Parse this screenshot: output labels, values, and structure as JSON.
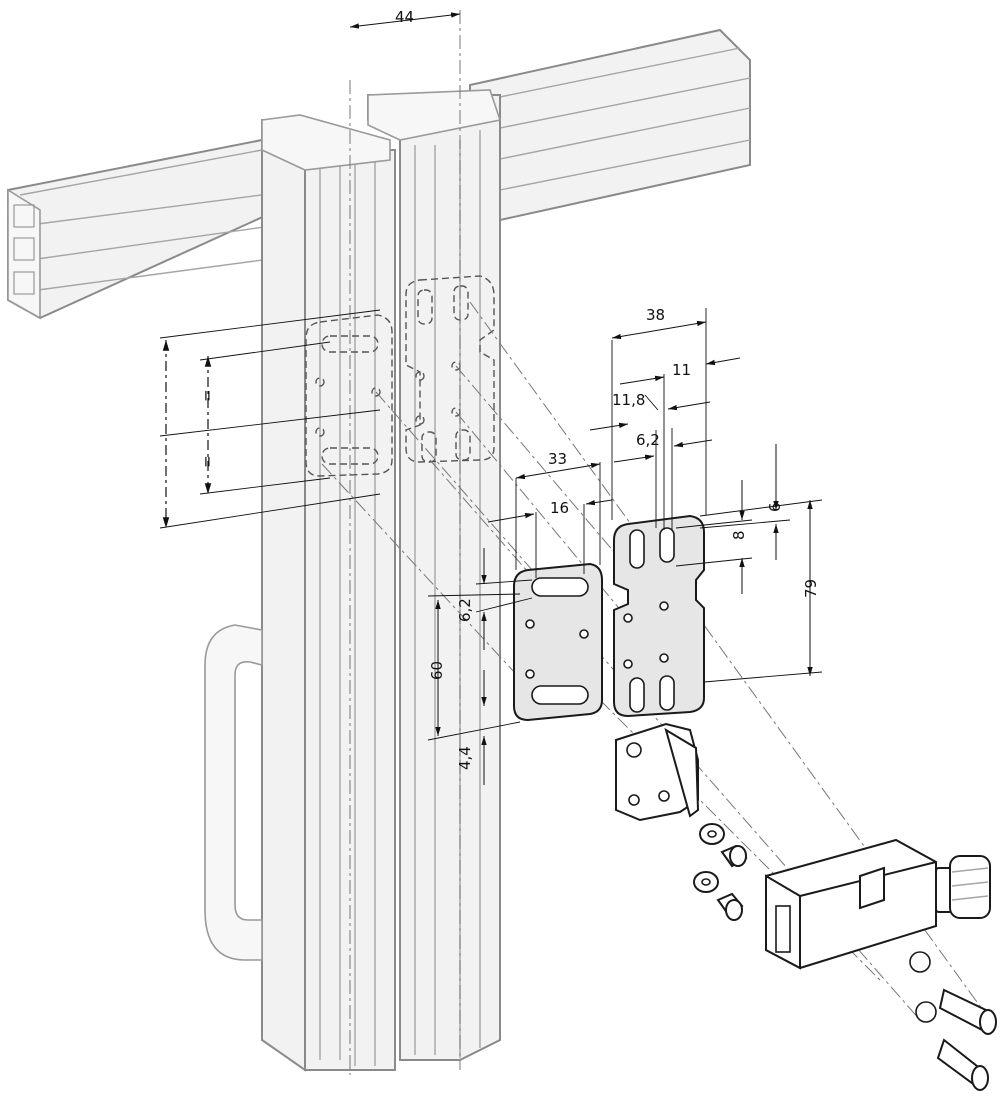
{
  "dimensions": {
    "top_width": "44",
    "bracket_width": "38",
    "offset_11": "11",
    "slot_spacing": "11,8",
    "slot_width_right": "6,2",
    "plate_width": "33",
    "plate_inner": "16",
    "slot_height": "8",
    "top_offset": "6",
    "bracket_height": "79",
    "slot_width_left": "6,2",
    "plate_height": "60",
    "bottom_offset": "4,4",
    "equal_mark_upper": "=",
    "equal_mark_lower": "="
  }
}
